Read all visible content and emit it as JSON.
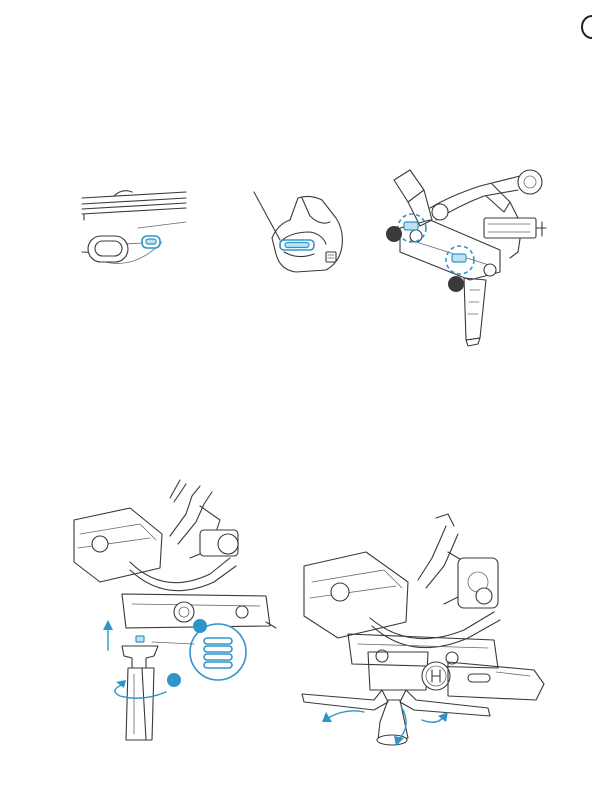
{
  "figures": [
    {
      "id": "fig-a",
      "description_hidden": ""
    },
    {
      "id": "fig-b"
    },
    {
      "id": "fig-c",
      "callouts": 2
    },
    {
      "id": "fig-d",
      "callouts": 2
    },
    {
      "id": "fig-e"
    }
  ],
  "colors": {
    "accent": "#2f95c9",
    "line": "#3a3a3a",
    "callout_dark": "#3a3a3a"
  }
}
